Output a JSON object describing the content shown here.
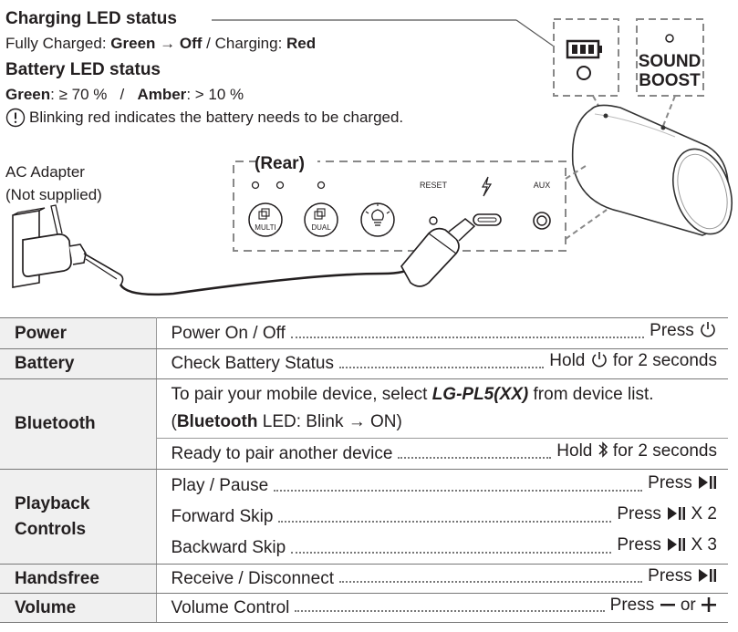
{
  "charging": {
    "heading": "Charging LED status",
    "full_label": "Fully Charged: ",
    "green": "Green",
    "arrow": " → ",
    "off": "Off",
    "sep": " / Charging: ",
    "red": "Red"
  },
  "battery": {
    "heading": "Battery LED status",
    "green": "Green",
    "green_val": ": ≥ 70 %   /   ",
    "amber": "Amber",
    "amber_val": ": > 10 %",
    "warning": "Blinking red indicates the battery needs to be charged."
  },
  "adapter": {
    "line1": "AC Adapter",
    "line2": "(Not supplied)"
  },
  "rear": {
    "title": "(Rear)",
    "multi": "MULTI",
    "dual": "DUAL",
    "reset": "RESET",
    "aux": "AUX"
  },
  "speaker": {
    "sound_boost_1": "SOUND",
    "sound_boost_2": "BOOST"
  },
  "table": {
    "power": {
      "label": "Power",
      "desc": "Power On / Off",
      "action": "Press"
    },
    "battery": {
      "label": "Battery",
      "desc": "Check Battery Status",
      "action_pre": "Hold",
      "action_post": "for 2 seconds"
    },
    "bluetooth": {
      "label": "Bluetooth",
      "pair_pre": "To pair your mobile device, select ",
      "model": "LG-PL5(XX)",
      "pair_post": " from device list.",
      "led_open": "(",
      "led_bold": "Bluetooth",
      "led_rest": " LED: Blink → ON)",
      "another": "Ready to pair another device",
      "another_pre": "Hold",
      "another_post": "for 2 seconds"
    },
    "playback": {
      "label1": "Playback",
      "label2": "Controls",
      "play": "Play / Pause",
      "play_action": "Press",
      "fwd": "Forward Skip",
      "fwd_action": "Press",
      "fwd_times": "X 2",
      "back": "Backward Skip",
      "back_action": "Press",
      "back_times": "X 3"
    },
    "handsfree": {
      "label": "Handsfree",
      "desc": "Receive / Disconnect",
      "action": "Press"
    },
    "volume": {
      "label": "Volume",
      "desc": "Volume Control",
      "action_pre": "Press",
      "action_mid": "or"
    }
  },
  "icons": [
    "battery-icon",
    "power-icon",
    "bluetooth-icon",
    "play-pause-icon",
    "minus-icon",
    "plus-icon",
    "warning-icon",
    "lightning-icon",
    "bulb-icon"
  ]
}
